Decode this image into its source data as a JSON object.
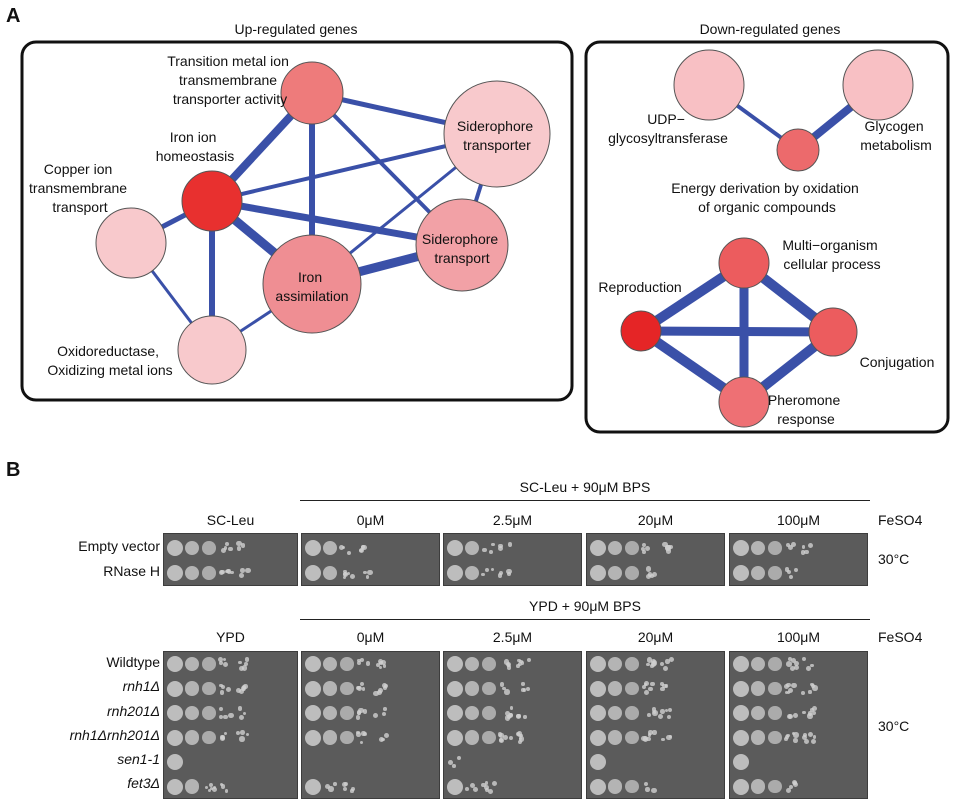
{
  "panel_a": {
    "letter": "A",
    "up_box": {
      "title": "Up-regulated genes",
      "nodes": [
        {
          "id": "transition-metal",
          "lines": [
            "Transition metal ion",
            "transmembrane",
            "transporter activity"
          ],
          "color": "#ee7b7b"
        },
        {
          "id": "iron-homeostasis",
          "lines": [
            "Iron ion",
            "homeostasis"
          ],
          "color": "#e8302f"
        },
        {
          "id": "copper-transport",
          "lines": [
            "Copper ion",
            "transmembrane",
            "transport"
          ],
          "color": "#f8c9cc"
        },
        {
          "id": "siderophore-transporter",
          "lines": [
            "Siderophore",
            "transporter"
          ],
          "color": "#f8c9cc"
        },
        {
          "id": "siderophore-transport",
          "lines": [
            "Siderophore",
            "transport"
          ],
          "color": "#f2a1a6"
        },
        {
          "id": "iron-assimilation",
          "lines": [
            "Iron",
            "assimilation"
          ],
          "color": "#ef8e93"
        },
        {
          "id": "oxidoreductase",
          "lines": [
            "Oxidoreductase,",
            "Oxidizing metal ions"
          ],
          "color": "#f8c9cc"
        }
      ]
    },
    "down_box": {
      "title": "Down-regulated genes",
      "nodes": [
        {
          "id": "udp",
          "lines": [
            "UDP−",
            "glycosyltransferase"
          ],
          "color": "#f8c0c4"
        },
        {
          "id": "glycogen",
          "lines": [
            "Glycogen",
            "metabolism"
          ],
          "color": "#f8c0c4"
        },
        {
          "id": "energy",
          "lines": [
            "Energy derivation by oxidation",
            "of organic compounds"
          ],
          "color": "#ec6a6c"
        },
        {
          "id": "multi-organism",
          "lines": [
            "Multi−organism",
            "cellular process"
          ],
          "color": "#ec5c5e"
        },
        {
          "id": "reproduction",
          "lines": [
            "Reproduction"
          ],
          "color": "#e52526"
        },
        {
          "id": "conjugation",
          "lines": [
            "Conjugation"
          ],
          "color": "#ec5c5e"
        },
        {
          "id": "pheromone",
          "lines": [
            "Pheromone",
            "response"
          ],
          "color": "#ee7074"
        }
      ]
    },
    "edge_color": "#3a50a8"
  },
  "panel_b": {
    "letter": "B",
    "group1": {
      "header": "SC-Leu + 90μM BPS",
      "columns": [
        "SC-Leu",
        "0μM",
        "2.5μM",
        "20μM",
        "100μM"
      ],
      "supplement": "FeSO4",
      "strains": [
        {
          "label": "Empty vector",
          "italic": false
        },
        {
          "label": "RNase H",
          "italic": false
        }
      ],
      "temperature": "30°C"
    },
    "group2": {
      "header": "YPD + 90μM BPS",
      "columns": [
        "YPD",
        "0μM",
        "2.5μM",
        "20μM",
        "100μM"
      ],
      "supplement": "FeSO4",
      "strains": [
        {
          "label": "Wildtype",
          "italic": false
        },
        {
          "label": "rnh1Δ",
          "italic": true
        },
        {
          "label": "rnh201Δ",
          "italic": true
        },
        {
          "label": "rnh1Δrnh201Δ",
          "italic": true
        },
        {
          "label": "sen1-1",
          "italic": true
        },
        {
          "label": "fet3Δ",
          "italic": true
        }
      ],
      "temperature": "30°C"
    },
    "plate_color": "#5b5b5b",
    "colony_color": "#cfcfcf"
  }
}
